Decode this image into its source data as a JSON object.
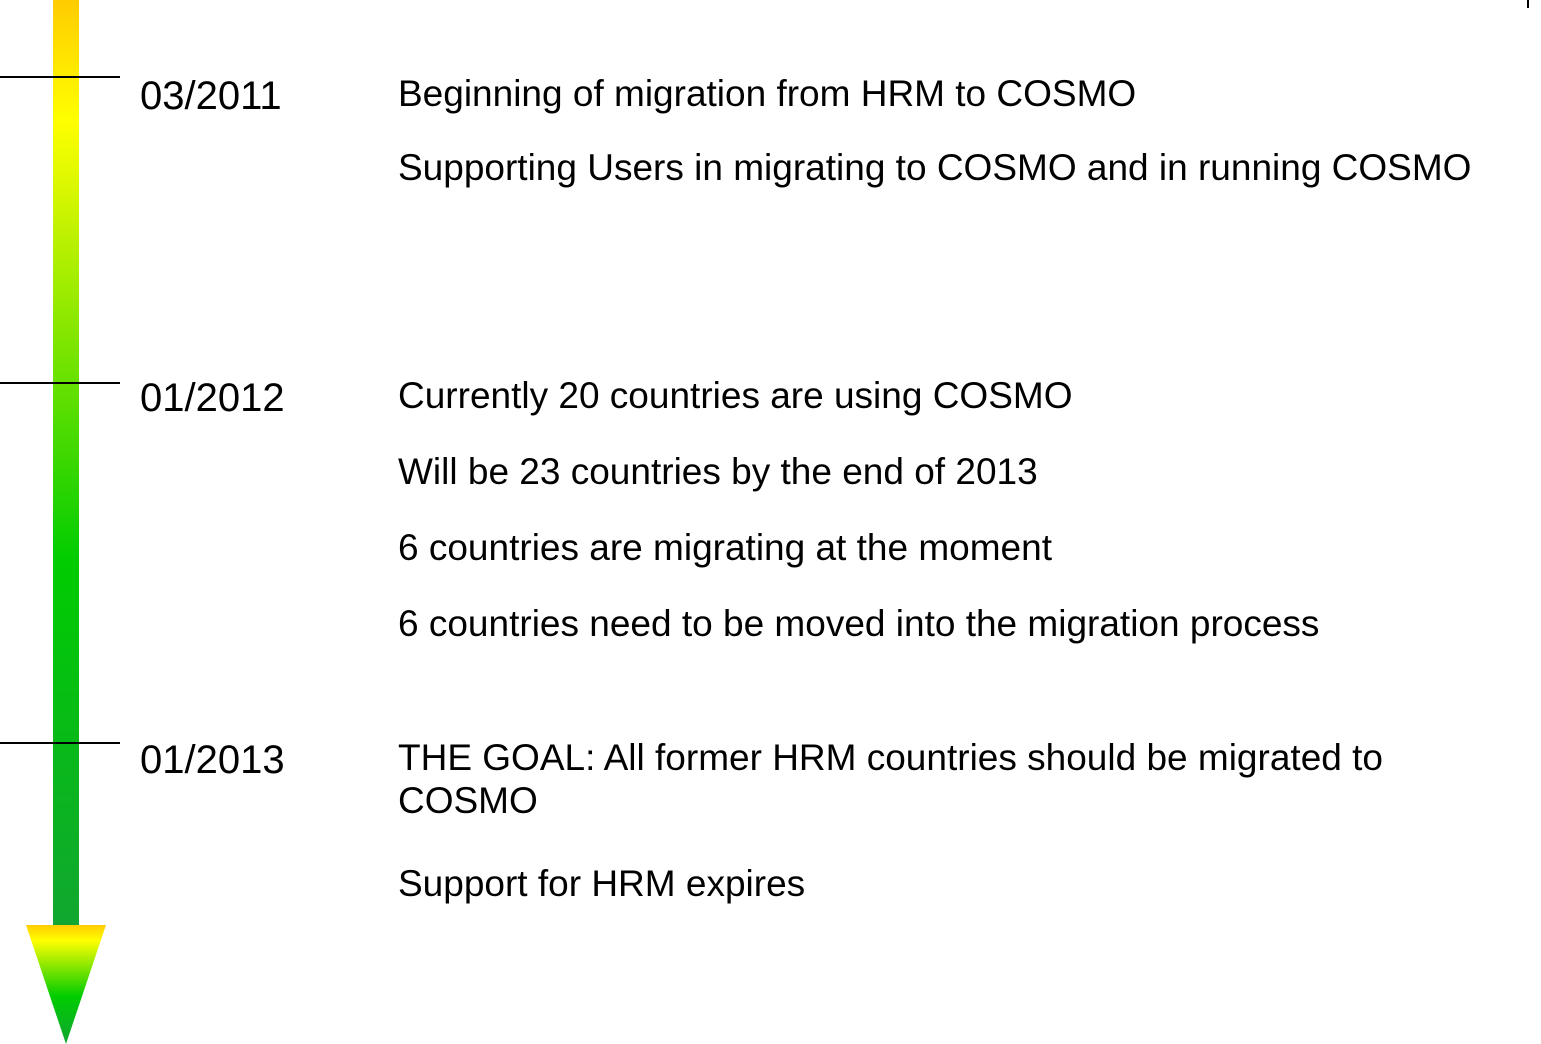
{
  "colors": {
    "arrow_top": "#ffcc00",
    "arrow_upper": "#ffff00",
    "arrow_mid": "#00cc00",
    "arrow_bottom": "#11a632",
    "text": "#000000"
  },
  "timeline": {
    "milestones": [
      {
        "date": "03/2011",
        "items": [
          "Beginning of migration from HRM to COSMO",
          "Supporting Users in migrating to COSMO and in running COSMO"
        ]
      },
      {
        "date": "01/2012",
        "items": [
          "Currently 20 countries are using COSMO",
          "Will be 23 countries by the end of 2013",
          "6 countries are migrating at the moment",
          "6 countries need to be moved into the migration process"
        ]
      },
      {
        "date": "01/2013",
        "items": [
          "THE GOAL: All former HRM countries should be migrated to COSMO",
          "Support for HRM expires"
        ]
      }
    ]
  }
}
